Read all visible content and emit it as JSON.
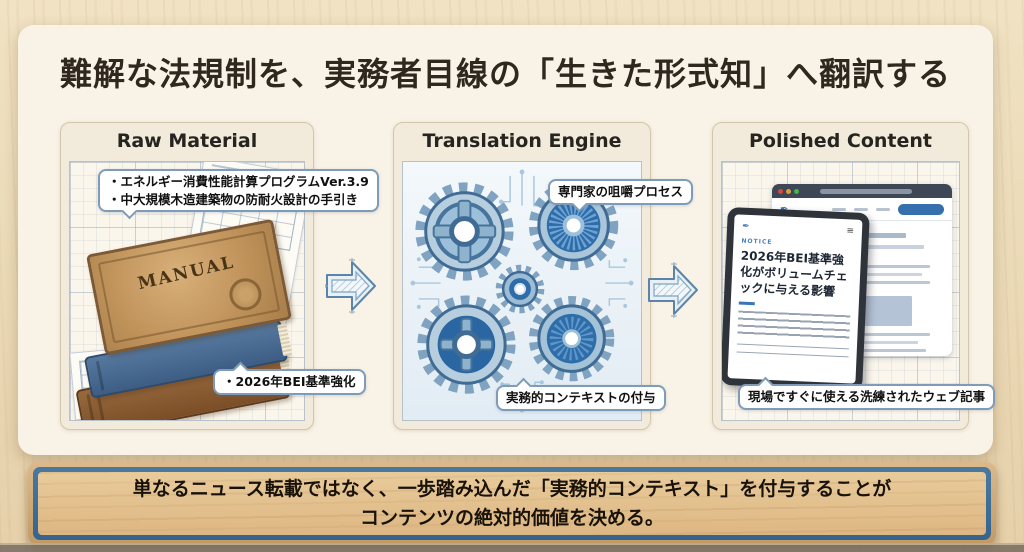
{
  "title": "難解な法規制を、実務者目線の「生きた形式知」へ翻訳する",
  "panels": {
    "raw_material": {
      "header": "Raw Material",
      "top_label_line1": "・エネルギー消費性能計算プログラムVer.3.9",
      "top_label_line2": "・中大規模木造建築物の防耐火設計の手引き",
      "bottom_label": "・2026年BEI基準強化",
      "book_title": "MANUAL"
    },
    "translation_engine": {
      "header": "Translation Engine",
      "top_label": "専門家の咀嚼プロセス",
      "bottom_label": "実務的コンテキストの付与"
    },
    "polished_content": {
      "header": "Polished Content",
      "bottom_label": "現場ですぐに使える洗練されたウェブ記事",
      "tablet": {
        "category": "NOTICE",
        "headline": "2026年BEI基準強化がボリュームチェックに与える影響"
      }
    }
  },
  "banner": {
    "line1": "単なるニュース転載ではなく、一歩踏み込んだ「実務的コンテキスト」を付与することが",
    "line2": "コンテンツの絶対的価値を決める。"
  },
  "icons": {
    "hamburger": "≡",
    "pen_logo": "✒"
  },
  "colors": {
    "card_cream": "#f9f3e7",
    "wood_light": "#ecdcba",
    "panel_beige": "#f2ebdb",
    "callout_border": "#7e9cba",
    "gear_blue": "#2f6da8",
    "arrow_outline": "#5b85a8",
    "banner_frame_blue": "#3a6b99",
    "browser_bar": "#3d4755",
    "button_blue": "#356fad"
  }
}
